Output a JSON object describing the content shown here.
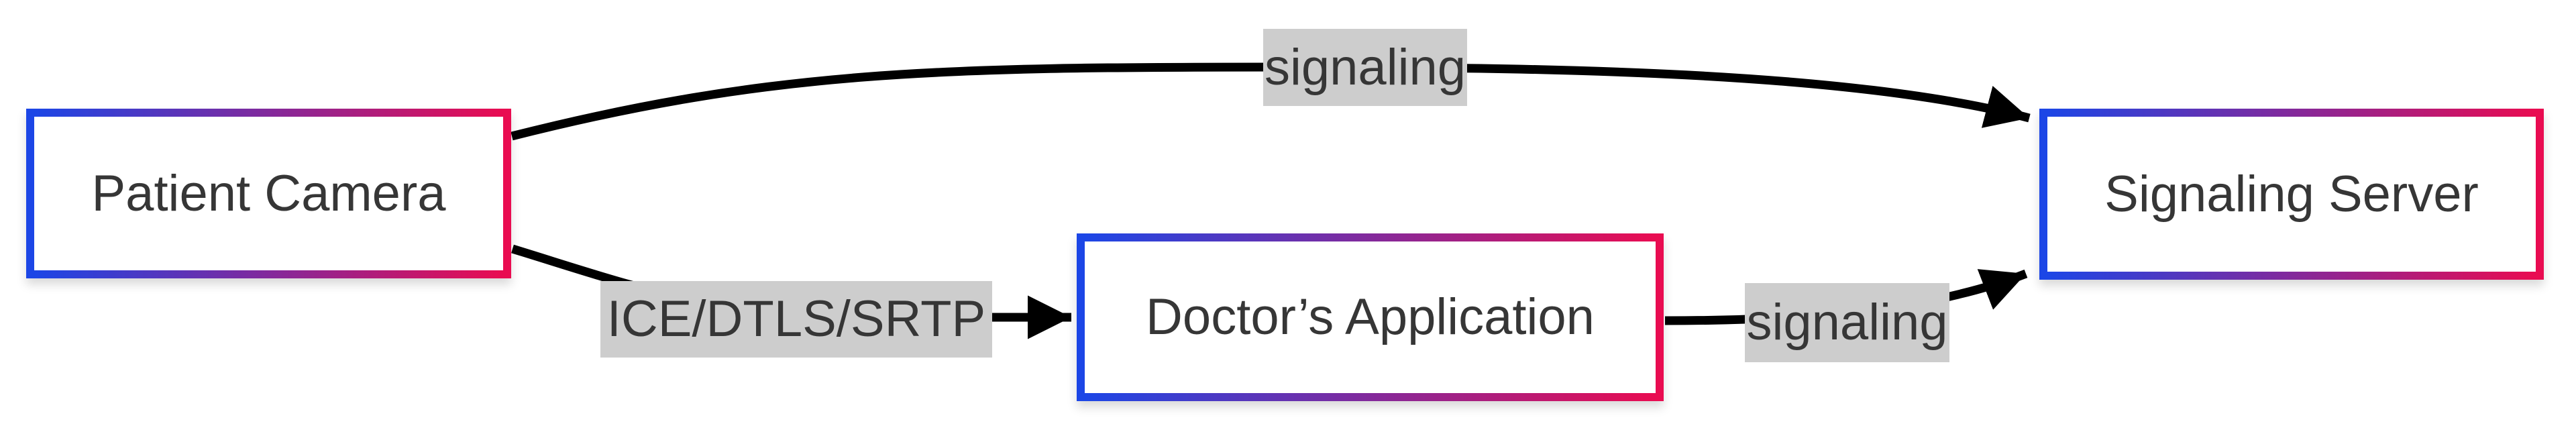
{
  "theme": {
    "colors": {
      "node-border-start": "#1c46e6",
      "node-border-end": "#e90c51",
      "node-bg": "#ffffff",
      "node-text": "#363636",
      "edge-label-bg": "#cdcdcd",
      "edge-label-text": "#363636",
      "arrow": "#000000",
      "page-bg": "#ffffff"
    }
  },
  "nodes": [
    {
      "id": "patient-camera",
      "label": "Patient Camera"
    },
    {
      "id": "doctors-application",
      "label": "Doctor’s Application"
    },
    {
      "id": "signaling-server",
      "label": "Signaling Server"
    }
  ],
  "edges": [
    {
      "from": "patient-camera",
      "to": "signaling-server",
      "label": "signaling"
    },
    {
      "from": "patient-camera",
      "to": "doctors-application",
      "label": "ICE/DTLS/SRTP"
    },
    {
      "from": "doctors-application",
      "to": "signaling-server",
      "label": "signaling"
    }
  ]
}
